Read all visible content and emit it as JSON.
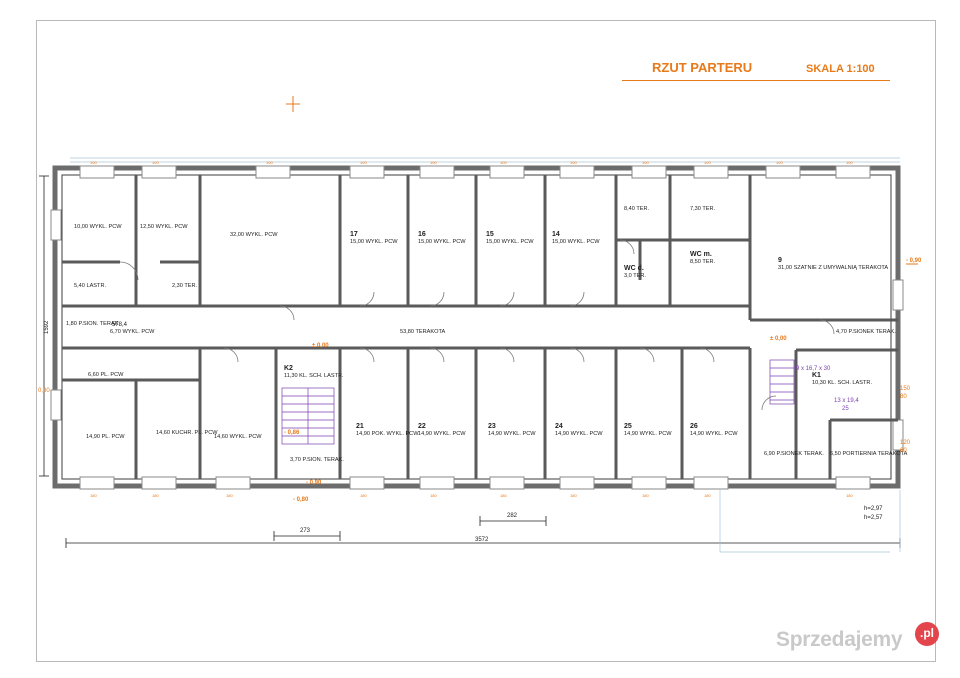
{
  "drawing": {
    "title": "RZUT PARTERU",
    "scale": "SKALA 1:100"
  },
  "rooms": [
    {
      "id": "r-a1",
      "num": "",
      "area": "10,00",
      "label": "WYKL. PCW"
    },
    {
      "id": "r-a2",
      "num": "",
      "area": "12,50",
      "label": "WYKL. PCW"
    },
    {
      "id": "r-a3",
      "num": "",
      "area": "5,40",
      "label": "LASTR."
    },
    {
      "id": "r-a4",
      "num": "",
      "area": "2,30",
      "label": "TER."
    },
    {
      "id": "r-a5",
      "num": "",
      "area": "32,00",
      "label": "WYKL. PCW"
    },
    {
      "id": "r-17",
      "num": "17",
      "area": "15,00",
      "label": "WYKL. PCW"
    },
    {
      "id": "r-16",
      "num": "16",
      "area": "15,00",
      "label": "WYKL. PCW"
    },
    {
      "id": "r-15",
      "num": "15",
      "area": "15,00",
      "label": "WYKL. PCW"
    },
    {
      "id": "r-14",
      "num": "14",
      "area": "15,00",
      "label": "WYKL. PCW"
    },
    {
      "id": "r-ter1",
      "num": "",
      "area": "8,40",
      "label": "TER."
    },
    {
      "id": "r-ter2",
      "num": "",
      "area": "7,30",
      "label": "TER."
    },
    {
      "id": "r-wcd",
      "num": "WC d.",
      "area": "3,0",
      "label": "TER."
    },
    {
      "id": "r-wcm",
      "num": "WC m.",
      "area": "8,50",
      "label": "TER."
    },
    {
      "id": "r-9",
      "num": "9",
      "area": "31,00",
      "label": "SZATNIE Z UMYWALNIĄ TERAKOTA"
    },
    {
      "id": "r-psion1",
      "num": "",
      "area": "1,80",
      "label": "P.SION. TERAK."
    },
    {
      "id": "r-corr1",
      "num": "",
      "area": "6,70",
      "label": "WYKL. PCW"
    },
    {
      "id": "r-corr2",
      "num": "",
      "area": "53,80",
      "label": "TERAKOTA"
    },
    {
      "id": "r-psion2",
      "num": "",
      "area": "4,70",
      "label": "P.SIONEK TERAK."
    },
    {
      "id": "r-b1",
      "num": "",
      "area": "6,60",
      "label": "PL. PCW"
    },
    {
      "id": "r-b2",
      "num": "",
      "area": "14,90",
      "label": "PL. PCW"
    },
    {
      "id": "r-kuch",
      "num": "",
      "area": "14,60",
      "label": "KUCHR. PL. PCW"
    },
    {
      "id": "r-b3",
      "num": "",
      "area": "14,60",
      "label": "WYKL. PCW"
    },
    {
      "id": "r-k2",
      "num": "K2",
      "area": "11,30",
      "label": "KL. SCH. LASTR."
    },
    {
      "id": "r-psion3",
      "num": "",
      "area": "3,70",
      "label": "P.SION. TERAK."
    },
    {
      "id": "r-21",
      "num": "21",
      "area": "14,90",
      "label": "POK. WYKL. PCW"
    },
    {
      "id": "r-22",
      "num": "22",
      "area": "14,90",
      "label": "WYKL. PCW"
    },
    {
      "id": "r-23",
      "num": "23",
      "area": "14,90",
      "label": "WYKL. PCW"
    },
    {
      "id": "r-24",
      "num": "24",
      "area": "14,90",
      "label": "WYKL. PCW"
    },
    {
      "id": "r-25",
      "num": "25",
      "area": "14,90",
      "label": "WYKL. PCW"
    },
    {
      "id": "r-26",
      "num": "26",
      "area": "14,90",
      "label": "WYKL. PCW"
    },
    {
      "id": "r-k1",
      "num": "K1",
      "area": "10,30",
      "label": "KL. SCH. LASTR."
    },
    {
      "id": "r-psion4",
      "num": "",
      "area": "6,90",
      "label": "P.SIONEK TERAK."
    },
    {
      "id": "r-port",
      "num": "",
      "area": "6,50",
      "label": "PORTIERNIA TERAKOTA"
    }
  ],
  "dimensions": {
    "overall": "3572",
    "seg_left": "273",
    "seg_mid": "282",
    "corridor_w": "578,4",
    "height_left": "1592",
    "left_side": "0,80",
    "stair_k1": "9 x 16,7 x 30",
    "stair_k1b": "13 x 19,4",
    "stair_k1c": "25",
    "h_note1": "h=2,97",
    "h_note2": "h=2,57",
    "win_top": "100",
    "win_bot": "180",
    "right_150": "150",
    "right_120": "120",
    "right_60": "60",
    "right_80": "80"
  },
  "levels": {
    "l1": "± 0,00",
    "l2": "- 0,90",
    "l3": "- 0,86",
    "l4": "- 0,80",
    "l5": "- 0,90",
    "l6": "± 0,00"
  },
  "watermark": {
    "text": "Sprzedajemy",
    "badge": ".pl"
  },
  "colors": {
    "wall": "#6c6c6c",
    "wall_inner": "#3c3c3c",
    "dim": "#e87a1a",
    "stair": "#7a3fb0",
    "room_text": "#222222"
  }
}
